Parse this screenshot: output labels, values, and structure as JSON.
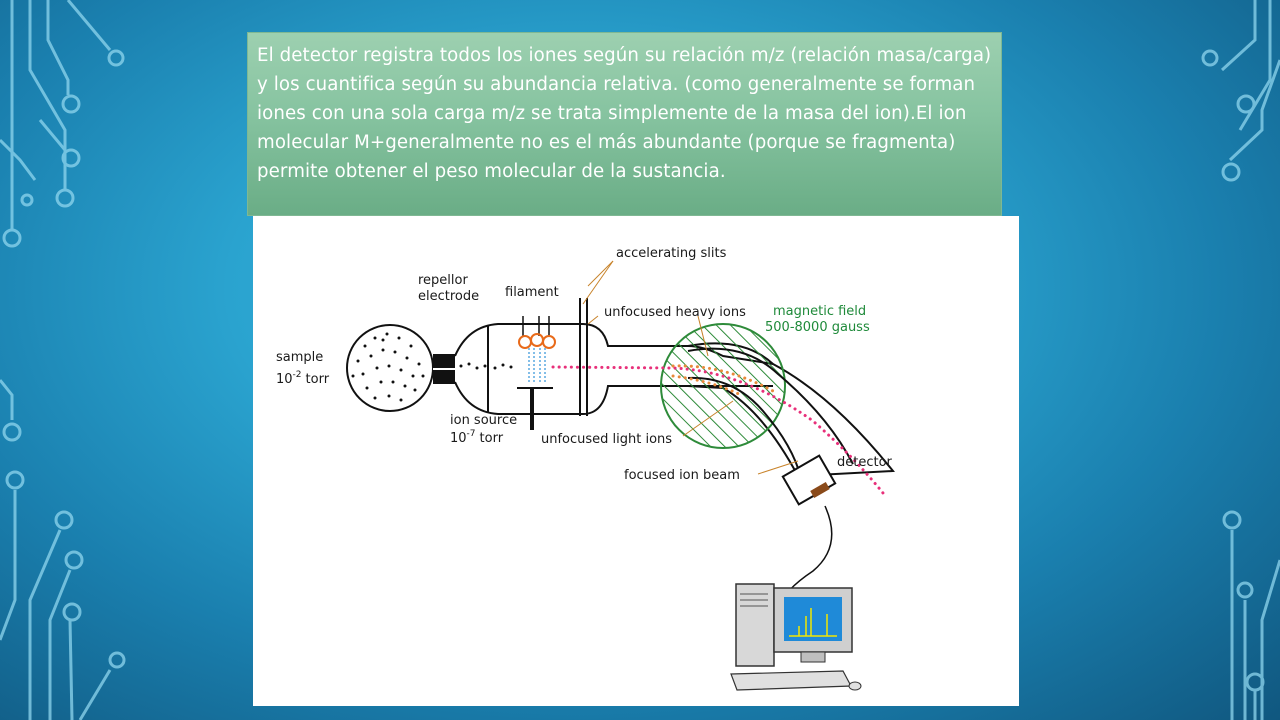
{
  "caption": "El detector registra todos los iones según su relación m/z (relación masa/carga) y los cuantifica según su abundancia relativa. (como generalmente se forman iones con una sola carga m/z se trata simplemente de la masa del ion).El ion molecular M+generalmente no es el más abundante (porque se fragmenta) permite obtener el peso molecular de la sustancia.",
  "diagram": {
    "labels": {
      "accelerating_slits": "accelerating slits",
      "repellor": "repellor",
      "electrode": "electrode",
      "filament": "filament",
      "unfocused_heavy_ions": "unfocused heavy ions",
      "magnetic_field": "magnetic field",
      "gauss": "500-8000 gauss",
      "sample": "sample",
      "sample_pressure_base": "10",
      "sample_pressure_exp": "-2",
      "sample_pressure_unit": "torr",
      "ion_source": "ion source",
      "ion_pressure_base": "10",
      "ion_pressure_exp": "-7",
      "ion_pressure_unit": "torr",
      "unfocused_light_ions": "unfocused light ions",
      "detector": "detector",
      "focused_ion_beam": "focused ion beam"
    },
    "colors": {
      "heavy_ions": "#e8893a",
      "light_ions": "#e8893a",
      "focused_beam": "#e8307a",
      "magnetic_field": "#2e8b3a",
      "electron_beam": "#5aa8e0",
      "filament": "#e86a1a",
      "screen": "#1f8ad8",
      "spectrum": "#f2e600"
    }
  }
}
